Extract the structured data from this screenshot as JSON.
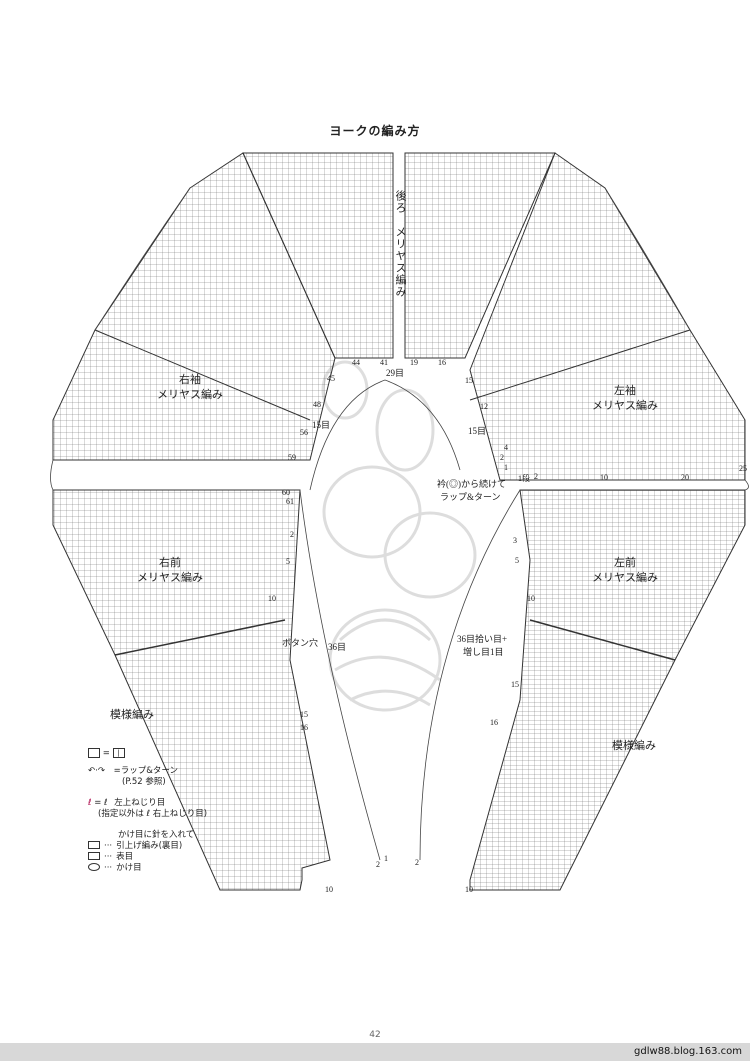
{
  "title": "ヨークの編み方",
  "panels": {
    "back": {
      "name": "後ろ",
      "sub": "メリヤス編み"
    },
    "right_sleeve": {
      "name": "右袖",
      "sub": "メリヤス編み"
    },
    "left_sleeve": {
      "name": "左袖",
      "sub": "メリヤス編み"
    },
    "right_front": {
      "name": "右前",
      "sub": "メリヤス編み"
    },
    "left_front": {
      "name": "左前",
      "sub": "メリヤス編み"
    }
  },
  "pattern_label_left": "模様編み",
  "pattern_label_right": "模様編み",
  "notes": {
    "count_29": "29目",
    "count_15_left": "15目",
    "count_15_right": "15目",
    "count_36": "36目",
    "button_hole": "ボタン穴",
    "pickup": "36目拾い目+",
    "pickup2": "増し目1目",
    "collar": "衿(◎)から続けて",
    "collar2": "ラップ&ターン",
    "one_row": "1段"
  },
  "row_numbers": {
    "n44": "44",
    "n41": "41",
    "n19": "19",
    "n16": "16",
    "n45": "45",
    "n48": "48",
    "n56": "56",
    "n59": "59",
    "n60": "60",
    "n61": "61",
    "n2a": "2",
    "n5a": "5",
    "n10a": "10",
    "n15a": "15",
    "n16a": "16",
    "n15b": "15",
    "n12b": "12",
    "n4b": "4",
    "n2b": "2",
    "n1b": "1",
    "n2c": "2",
    "n10c": "10",
    "n20c": "20",
    "n25c": "25",
    "n3d": "3",
    "n5d": "5",
    "n10d": "10",
    "n15d": "15",
    "n16d": "16",
    "n1e": "1",
    "n2e": "2",
    "n10e": "10",
    "n2f": "2",
    "n10f": "10"
  },
  "legend": {
    "l1": "= ",
    "l1b": "|",
    "l2": "=ラップ&ターン",
    "l2b": "(P.52 参照)",
    "l3": "= ",
    "l3b": "左上ねじり目",
    "l3c": "(指定以外は",
    "l3d": "右上ねじり目)",
    "l4a": "かけ目に針を入れて",
    "l4b": "引上げ編み(裏目)",
    "l4c": "表目",
    "l4d": "かけ目"
  },
  "page_number": "42",
  "site": "gdlw88.blog.163.com",
  "colors": {
    "grid": "#6b6b6b",
    "line": "#333333",
    "watermark": "#cfcfcf"
  }
}
